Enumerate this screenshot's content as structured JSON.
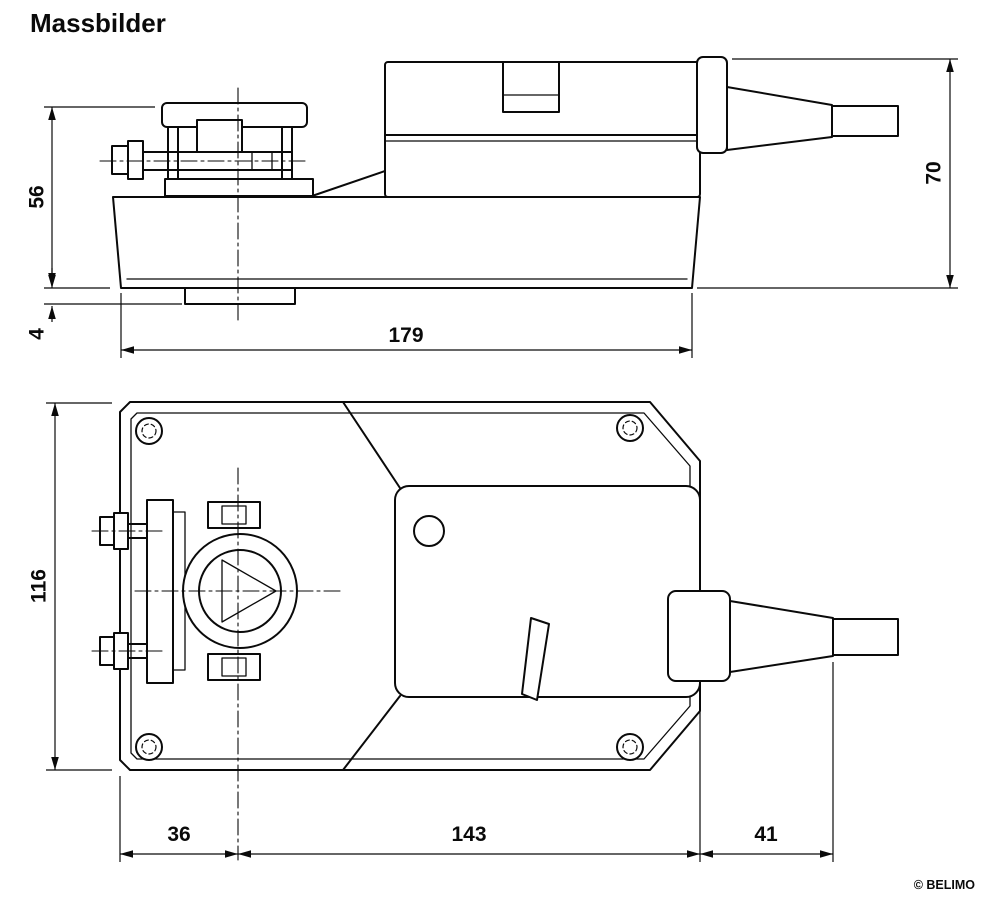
{
  "title": "Massbilder",
  "copyright": "© BELIMO",
  "side_view": {
    "dim_height": "56",
    "dim_foot": "4",
    "dim_length": "179",
    "dim_total_height": "70"
  },
  "plan_view": {
    "dim_width": "116",
    "dim_offset_left": "36",
    "dim_body_length": "143",
    "dim_gland_length": "41"
  }
}
